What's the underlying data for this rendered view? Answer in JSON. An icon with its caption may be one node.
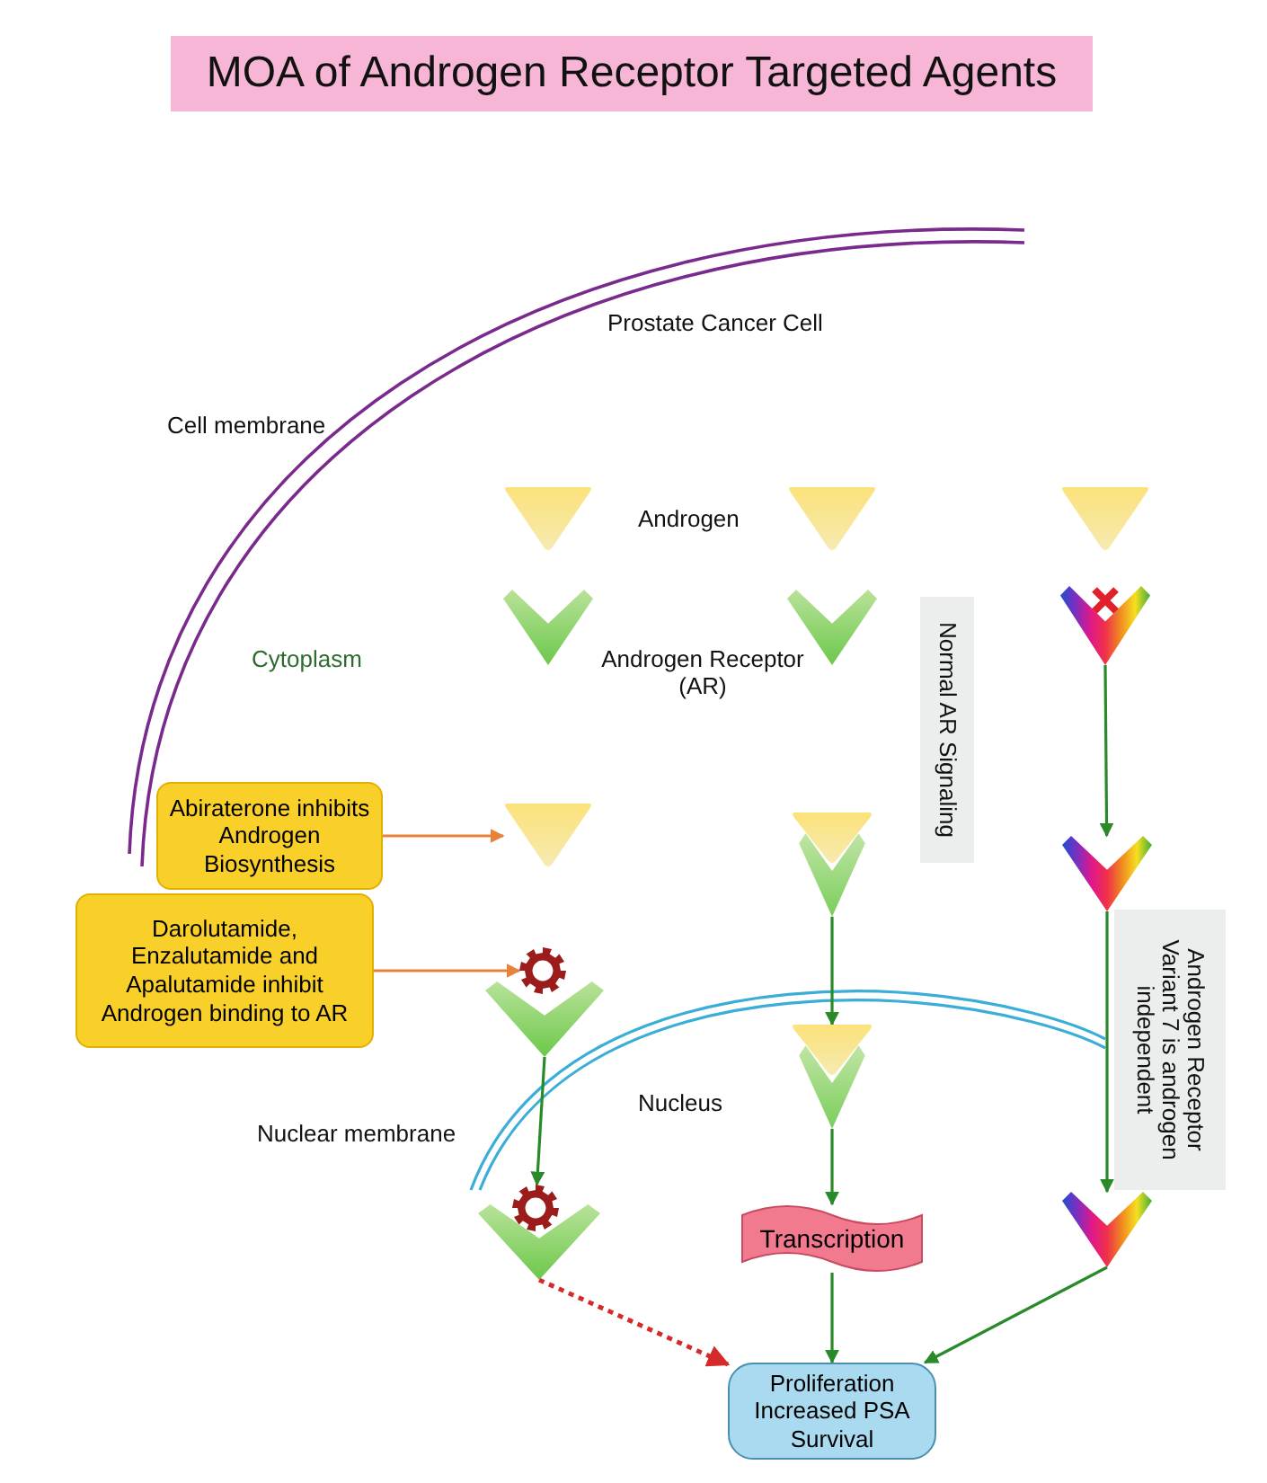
{
  "diagram": {
    "title": "MOA of Androgen Receptor Targeted Agents",
    "nodes": [
      {
        "text": [],
        "shape": "triangle"
      },
      {
        "text": [],
        "shape": "triangle"
      },
      {
        "text": [],
        "shape": "triangle"
      },
      {
        "text": [],
        "shape": "chevron"
      },
      {
        "text": [],
        "shape": "chevron"
      },
      {
        "text": [],
        "shape": "rainbow"
      },
      {
        "text": [
          "Abiraterone inhibits Androgen Biosynthesis"
        ]
      },
      {
        "text": [],
        "shape": "triangle"
      },
      {
        "text": [],
        "shape": "complex"
      },
      {
        "text": [],
        "shape": "rainbow"
      },
      {
        "text": [
          "Darolutamide, Enzalutamide and Apalutamide inhibit Androgen binding to AR"
        ]
      },
      {
        "text": [],
        "shape": "gear"
      },
      {
        "text": [],
        "shape": "chevron"
      },
      {
        "text": [],
        "shape": "complex"
      },
      {
        "text": [],
        "shape": "gear"
      },
      {
        "text": [],
        "shape": "chevron"
      },
      {
        "text": [
          "Transcription"
        ]
      },
      {
        "text": [],
        "shape": "rainbow"
      },
      {
        "text": [
          "Proliferation Increased PSA Survival"
        ]
      }
    ],
    "edges": [
      {
        "from": 6,
        "to": 7,
        "arrow": "to",
        "color": "#e8823a"
      },
      {
        "from": 10,
        "to": 11,
        "arrow": "to",
        "color": "#e8823a"
      },
      {
        "from": 12,
        "to": 14,
        "arrow": "to"
      },
      {
        "from": 8,
        "to": 13,
        "arrow": "to"
      },
      {
        "from": 13,
        "to": 16,
        "arrow": "to"
      },
      {
        "from": 16,
        "to": 18,
        "arrow": "to"
      },
      {
        "from": 5,
        "to": 9,
        "arrow": "to"
      },
      {
        "from": 9,
        "to": 17,
        "arrow": "to"
      },
      {
        "from": 17,
        "to": 18,
        "arrow": "to"
      },
      {
        "from": 15,
        "to": 18,
        "arrow": "to",
        "style": "dashed",
        "color": "#d42a2a"
      }
    ],
    "labels": [
      "Prostate Cancer Cell",
      "Cell membrane",
      "Androgen",
      "Cytoplasm",
      "Androgen Receptor (AR)",
      "Normal AR Signaling",
      "Androgen Receptor Variant 7 is androgen independent",
      "Nucleus",
      "Nuclear membrane"
    ]
  }
}
